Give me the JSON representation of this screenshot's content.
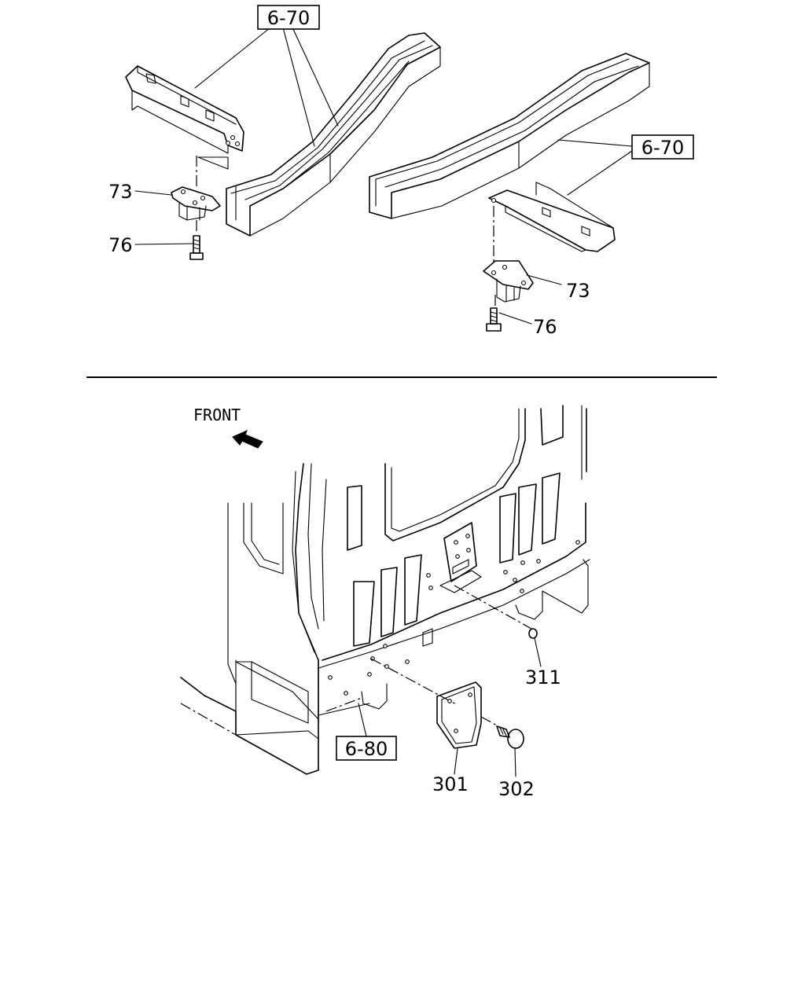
{
  "top_section": {
    "ref_left": "6-70",
    "ref_right": "6-70",
    "left_bracket_label": "73",
    "left_bolt_label": "76",
    "right_bracket_label": "73",
    "right_bolt_label": "76"
  },
  "bottom_section": {
    "front_label": "FRONT",
    "ref_floor": "6-80",
    "plug_label": "311",
    "guard_label": "301",
    "bolt_label": "302"
  }
}
